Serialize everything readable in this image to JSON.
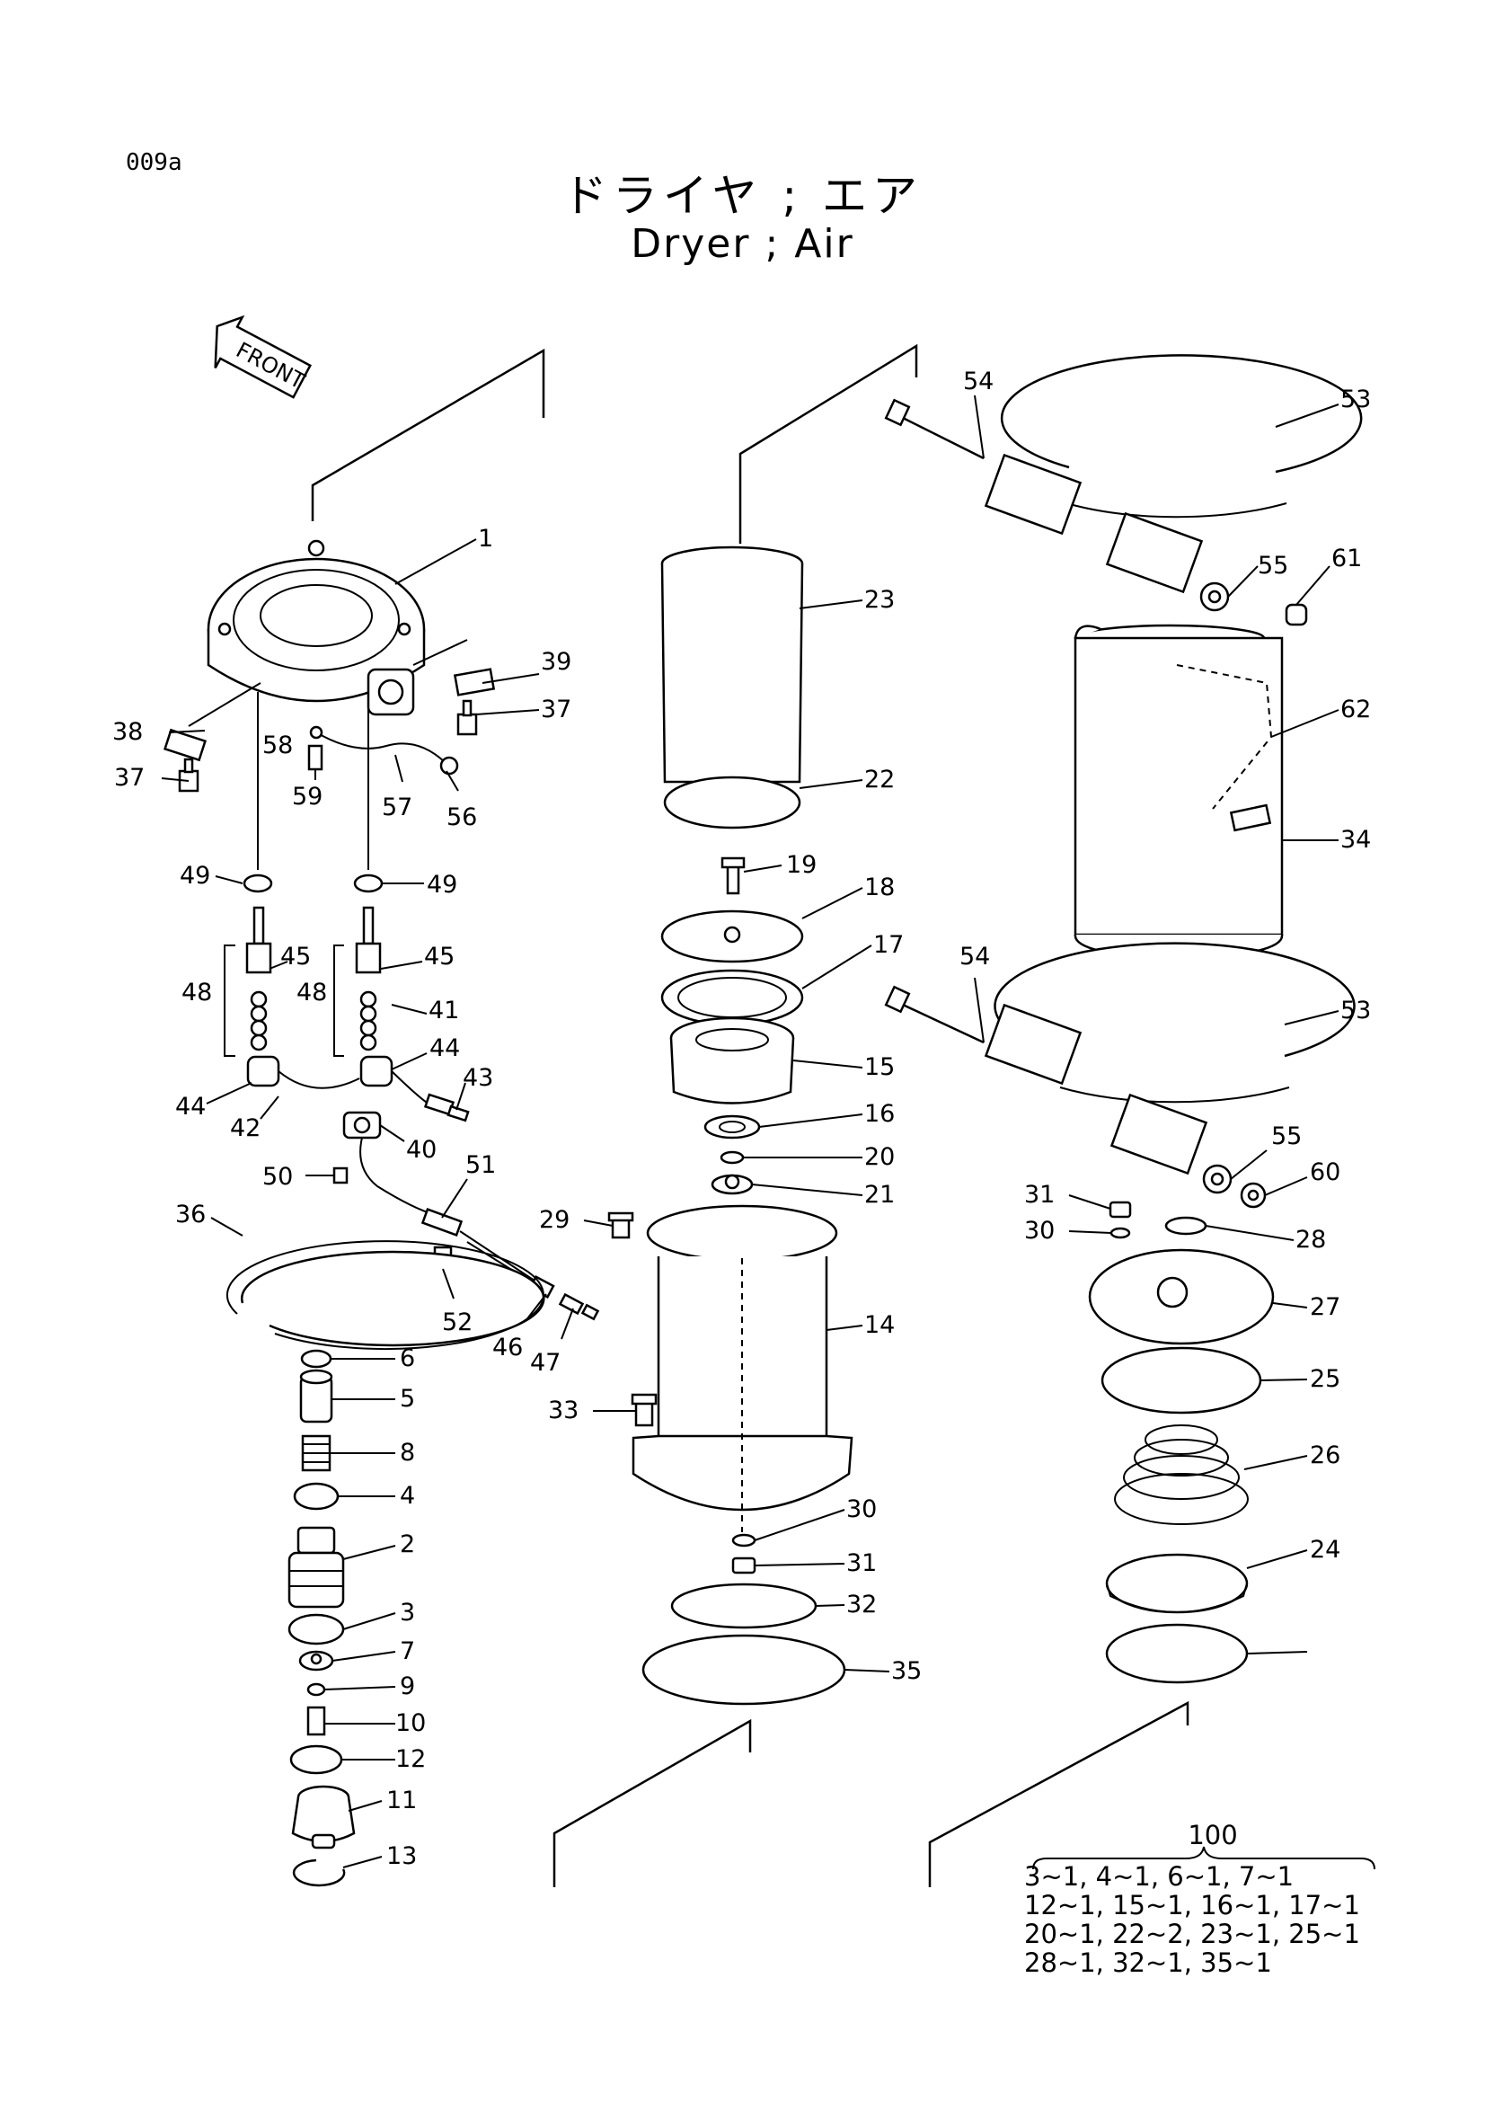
{
  "sheet": {
    "page_id": "009a",
    "title_jp": "ドライヤ ; エア",
    "title_en": "Dryer ; Air"
  },
  "front_arrow": {
    "label": "FRONT",
    "icon": "front-direction-arrow-icon"
  },
  "callouts": {
    "c1": "1",
    "c2": "2",
    "c3": "3",
    "c4": "4",
    "c5": "5",
    "c6": "6",
    "c7": "7",
    "c8": "8",
    "c9": "9",
    "c10": "10",
    "c11": "11",
    "c12": "12",
    "c13": "13",
    "c14": "14",
    "c15": "15",
    "c16": "16",
    "c17": "17",
    "c18": "18",
    "c19": "19",
    "c20": "20",
    "c21": "21",
    "c22": "22",
    "c23": "23",
    "c24": "24",
    "c25": "25",
    "c26": "26",
    "c27": "27",
    "c28": "28",
    "c29": "29",
    "c30": "30",
    "c31": "31",
    "c32": "32",
    "c33": "33",
    "c34": "34",
    "c35": "35",
    "c36": "36",
    "c37": "37",
    "c38": "38",
    "c39": "39",
    "c40": "40",
    "c41": "41",
    "c42": "42",
    "c43": "43",
    "c44": "44",
    "c45": "45",
    "c46": "46",
    "c47": "47",
    "c48": "48",
    "c49": "49",
    "c50": "50",
    "c51": "51",
    "c52": "52",
    "c53": "53",
    "c54": "54",
    "c55": "55",
    "c56": "56",
    "c57": "57",
    "c58": "58",
    "c59": "59",
    "c60": "60",
    "c61": "61",
    "c62": "62"
  },
  "kit": {
    "number": "100",
    "lines": [
      "3~1,  4~1,  6~1,  7~1",
      "12~1, 15~1, 16~1, 17~1",
      "20~1, 22~2, 23~1, 25~1",
      "28~1, 32~1, 35~1"
    ]
  }
}
